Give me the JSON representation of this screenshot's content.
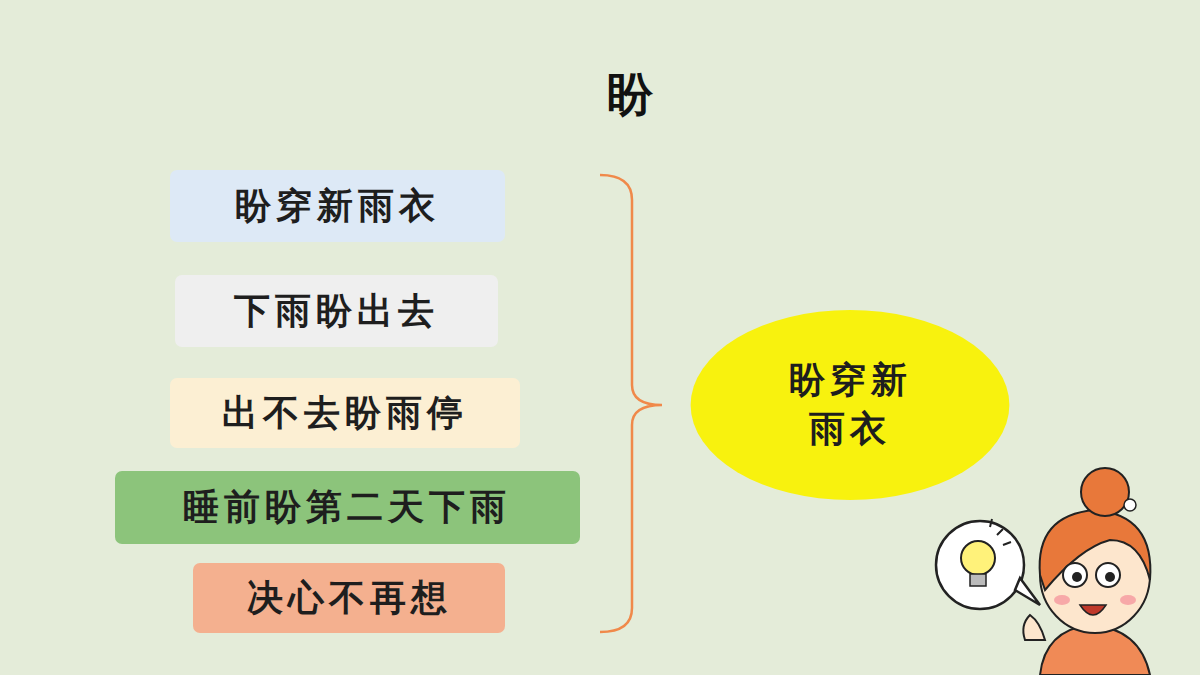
{
  "diagram": {
    "title": "盼",
    "nodes": [
      {
        "text": [
          "盼穿新雨衣"
        ]
      },
      {
        "text": [
          "下雨盼出去"
        ]
      },
      {
        "text": [
          "出不去盼雨停"
        ]
      },
      {
        "text": [
          "睡前盼第二天下雨"
        ]
      },
      {
        "text": [
          "决心不再想"
        ]
      },
      {
        "text": [
          "盼穿新 雨衣"
        ]
      }
    ]
  }
}
